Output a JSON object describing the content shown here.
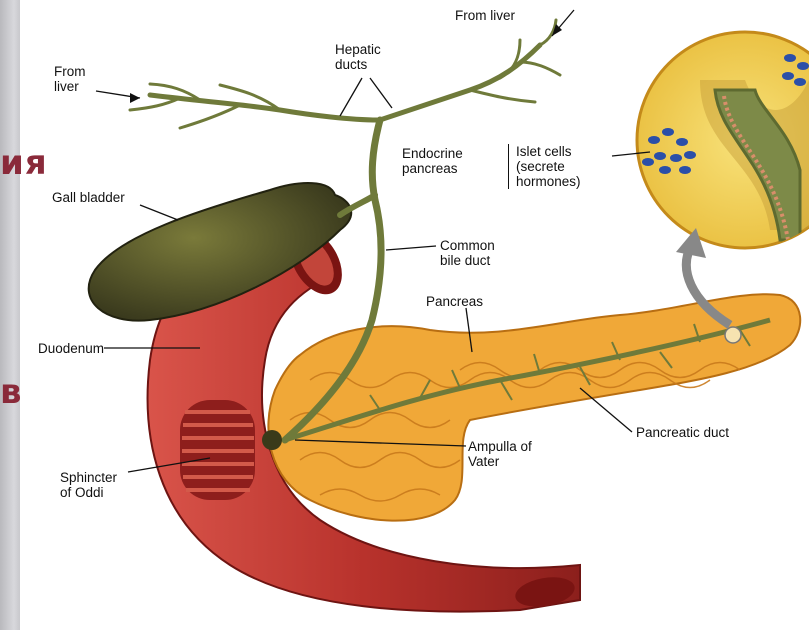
{
  "slide": {
    "fragment_top": "ия",
    "fragment_bottom": "в"
  },
  "labels": {
    "from_liver_left": "From\nliver",
    "from_liver_top": "From liver",
    "hepatic_ducts": "Hepatic\nducts",
    "endocrine_pancreas": "Endocrine\npancreas",
    "islet_cells": "Islet cells\n(secrete\nhormones)",
    "gall_bladder": "Gall bladder",
    "common_bile_duct": "Common\nbile duct",
    "pancreas": "Pancreas",
    "duodenum": "Duodenum",
    "pancreatic_duct": "Pancreatic duct",
    "ampulla_of_vater": "Ampulla of\nVater",
    "sphincter_of_oddi": "Sphincter\nof Oddi"
  },
  "colors": {
    "duodenum": "#b8322c",
    "pancreas": "#f0a838",
    "gall_bladder": "#4a4a22",
    "duct": "#6f7a3a",
    "magnified_bg": "#f3d460",
    "islet_cells": "#2b4fa8"
  }
}
